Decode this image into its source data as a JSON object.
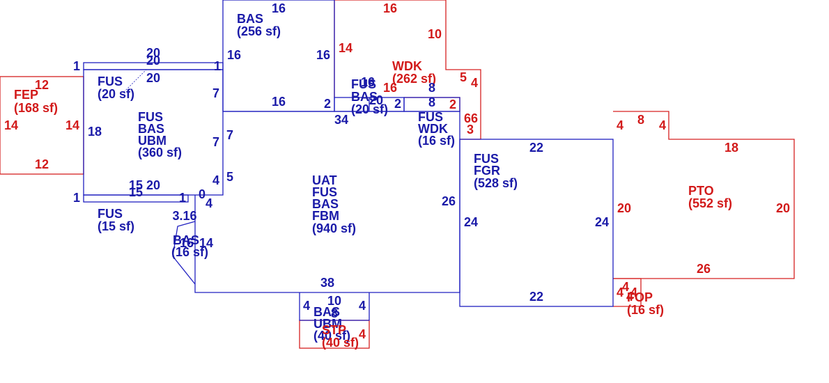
{
  "colors": {
    "blue": "#1a1aa8",
    "red": "#d21a1a"
  },
  "areas": {
    "fep": [
      "FEP",
      "(168 sf)"
    ],
    "fus_top": [
      "FUS",
      "(20 sf)"
    ],
    "fus_ubm": [
      "FUS",
      "BAS",
      "UBM",
      "(360 sf)"
    ],
    "fus_bottom": [
      "FUS",
      "(15 sf)"
    ],
    "bas_top": [
      "BAS",
      "(256 sf)"
    ],
    "wdk_big": [
      "WDK",
      "(262 sf)"
    ],
    "fus_bas_small": [
      "FUS",
      "BAS",
      "(20 sf)"
    ],
    "fus_wdk_small": [
      "FUS",
      "WDK",
      "(16 sf)"
    ],
    "main": [
      "UAT",
      "FUS",
      "BAS",
      "FBM",
      "(940 sf)"
    ],
    "bas_bay": [
      "BAS",
      "(16 sf)"
    ],
    "bas_ubm_bottom": [
      "BAS",
      "UBM",
      "(40 sf)"
    ],
    "stp": [
      "STP",
      "(40 sf)"
    ],
    "garage": [
      "FUS",
      "FGR",
      "(528 sf)"
    ],
    "pto": [
      "PTO",
      "(552 sf)"
    ],
    "fop": [
      "FOP",
      "(16 sf)"
    ]
  },
  "dims": {
    "fep": [
      "12",
      "14",
      "14",
      "12"
    ],
    "fus_top": [
      "20",
      "20",
      "20",
      "1",
      "1"
    ],
    "ubm": [
      "18",
      "7",
      "7",
      "4",
      "5",
      "15",
      "20",
      "15",
      "1",
      "1",
      "0",
      "4"
    ],
    "bay": [
      "3.16",
      "16",
      "14"
    ],
    "bas_top": [
      "16",
      "16",
      "16",
      "16"
    ],
    "main": [
      "34",
      "7",
      "26",
      "38"
    ],
    "wdk": [
      "16",
      "10",
      "14",
      "5",
      "4",
      "16",
      "8",
      "8",
      "2",
      "2",
      "66",
      "3",
      "16",
      "20"
    ],
    "bottom": [
      "10",
      "4",
      "4",
      "8",
      "4"
    ],
    "garage": [
      "22",
      "24",
      "24",
      "22"
    ],
    "pto": [
      "8",
      "4",
      "4",
      "18",
      "20",
      "20",
      "26"
    ],
    "fop": [
      "4",
      "4",
      "4",
      "4"
    ]
  }
}
